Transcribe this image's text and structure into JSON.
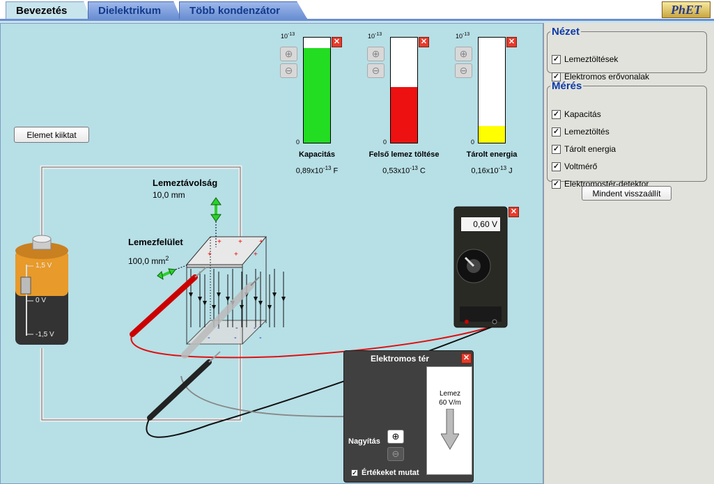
{
  "tabs": [
    {
      "label": "Bevezetés",
      "active": true
    },
    {
      "label": "Dielektrikum",
      "active": false
    },
    {
      "label": "Több kondenzátor",
      "active": false
    }
  ],
  "logo": "PhET",
  "battery_button": "Elemet kiiktat",
  "battery": {
    "top": "1,5 V",
    "mid": "0 V",
    "bottom": "-1,5 V"
  },
  "meters": [
    {
      "name": "Kapacitás",
      "exp_label": "10",
      "exp_sup": "-13",
      "zero": "0",
      "value_prefix": "0,89x10",
      "value_sup": "-13",
      "value_unit": " F",
      "fill_fraction": 0.9,
      "color": "#22dd22"
    },
    {
      "name": "Felső lemez töltése",
      "exp_label": "10",
      "exp_sup": "-13",
      "zero": "0",
      "value_prefix": "0,53x10",
      "value_sup": "-13",
      "value_unit": " C",
      "fill_fraction": 0.53,
      "color": "#ee1111"
    },
    {
      "name": "Tárolt energia",
      "exp_label": "10",
      "exp_sup": "-13",
      "zero": "0",
      "value_prefix": "0,16x10",
      "value_sup": "-13",
      "value_unit": " J",
      "fill_fraction": 0.16,
      "color": "#ffff00"
    }
  ],
  "plate_distance": {
    "label": "Lemeztávolság",
    "value": "10,0 mm"
  },
  "plate_area": {
    "label": "Lemezfelület",
    "value": "100,0 mm",
    "sup": "2"
  },
  "voltmeter": {
    "reading": "0,60 V"
  },
  "efield_detector": {
    "title": "Elektromos tér",
    "arrow_label": "Lemez",
    "arrow_value": "60 V/m",
    "zoom_label": "Nagyítás",
    "show_values": "Értékeket mutat"
  },
  "view_panel": {
    "title": "Nézet",
    "items": [
      "Lemeztöltések",
      "Elektromos erővonalak"
    ]
  },
  "measure_panel": {
    "title": "Mérés",
    "items": [
      "Kapacitás",
      "Lemeztöltés",
      "Tárolt energia",
      "Voltmérő",
      "Elektromostér-detektor"
    ]
  },
  "reset_button": "Mindent visszaállít",
  "colors": {
    "accent": "#0c3aa8",
    "background": "#b7dfe6",
    "tab": "#6b8fd3"
  }
}
